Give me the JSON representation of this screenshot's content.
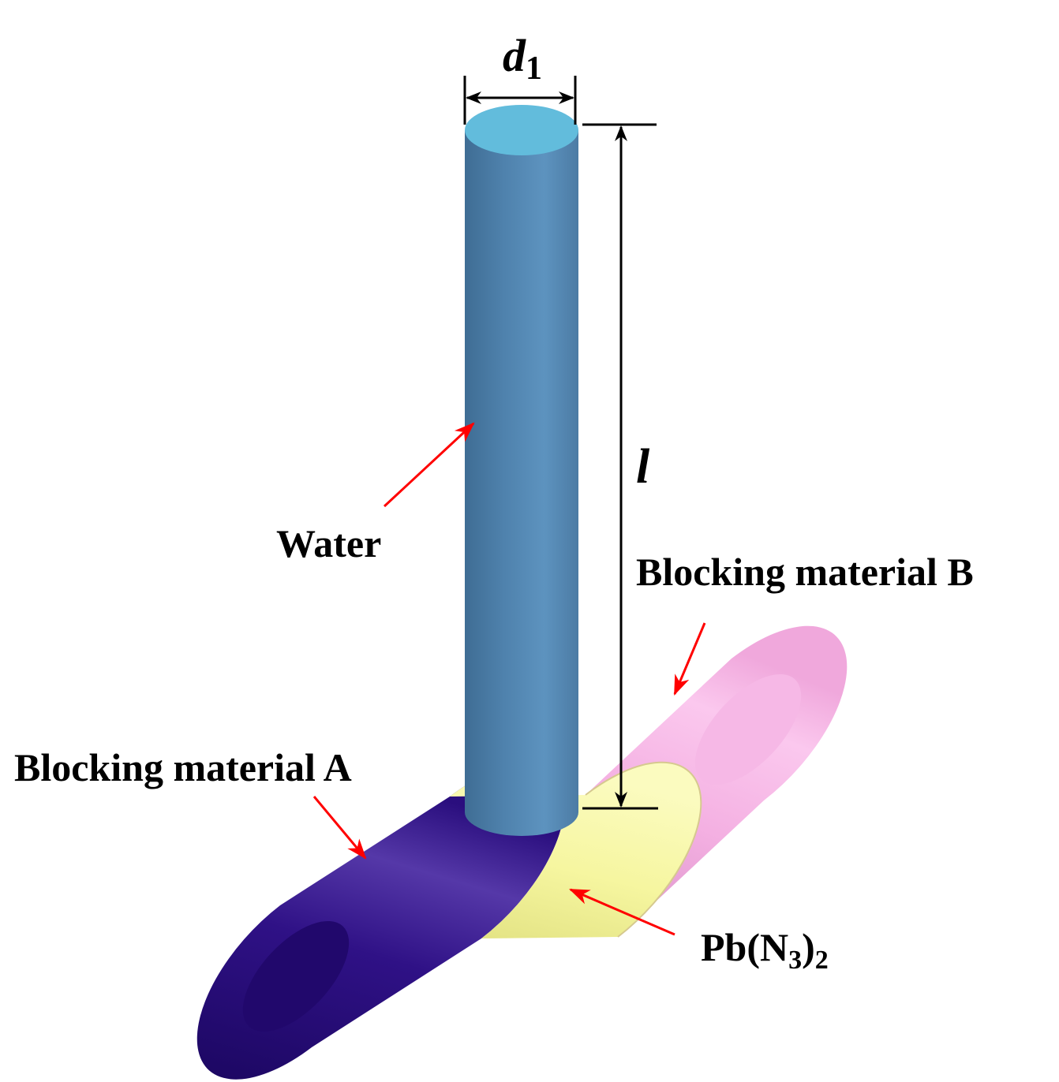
{
  "labels": {
    "water": "Water",
    "blocking_a": "Blocking material A",
    "blocking_b": "Blocking material B",
    "pb_prefix": "Pb(N",
    "pb_sub1": "3",
    "pb_mid": ")",
    "pb_sub2": "2"
  },
  "dimensions": {
    "diameter_symbol": "d",
    "diameter_subscript": "1",
    "length_symbol": "l"
  },
  "colors": {
    "water": "#5286b0",
    "water_top": "#62bcdc",
    "blocking_a": "#2a0d7c",
    "blocking_b": "#f2a8dc",
    "explosive": "#f7f7a0",
    "arrow": "#ff0000",
    "dimension": "#000000"
  }
}
